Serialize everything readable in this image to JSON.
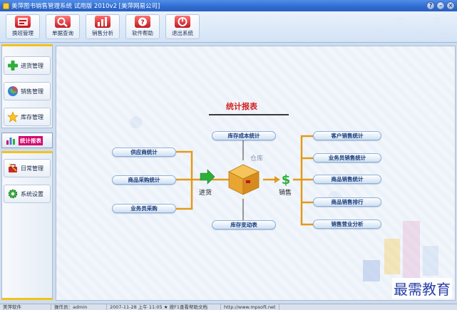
{
  "window": {
    "title": "美萍图书销售管理系统 试用版 2010v2 [美萍网易公司]",
    "controls": [
      "?",
      "–",
      "×"
    ]
  },
  "toolbar": {
    "buttons": [
      {
        "label": "换班管理",
        "icon": "shift-icon"
      },
      {
        "label": "单据查询",
        "icon": "magnifier-icon"
      },
      {
        "label": "销售分析",
        "icon": "bar-chart-icon"
      },
      {
        "label": "软件帮助",
        "icon": "help-icon"
      },
      {
        "label": "退出系统",
        "icon": "exit-icon"
      }
    ]
  },
  "sidebar": {
    "top_items": [
      {
        "label": "进货管理",
        "icon": "plus-icon"
      },
      {
        "label": "销售管理",
        "icon": "globe-icon"
      },
      {
        "label": "库存管理",
        "icon": "star-icon"
      }
    ],
    "active": {
      "label": "统计报表",
      "icon": "report-icon"
    },
    "bottom_items": [
      {
        "label": "日常管理",
        "icon": "tools-icon"
      },
      {
        "label": "系统设置",
        "icon": "gear-icon"
      }
    ]
  },
  "diagram": {
    "title": "统计报表",
    "left_nodes": [
      "供应商统计",
      "商品采购统计",
      "业务员采购"
    ],
    "top_node": "库存成本统计",
    "bottom_node": "库存变动表",
    "right_nodes": [
      "客户销售统计",
      "业务员销售统计",
      "商品销售统计",
      "商品销售排行",
      "销售营业分析"
    ],
    "flow_in": "进货",
    "warehouse": "仓库",
    "flow_out": "销售"
  },
  "watermark": "最需教育",
  "statusbar": {
    "cells": [
      "美萍软件",
      "操作员：admin",
      "2007-11-28 上午 11:05 ★ 按F1查看帮助文档",
      "http://www.mpsoft.net"
    ]
  },
  "colors": {
    "title_red": "#d21f1f",
    "node_text": "#173a7a",
    "accent_yellow": "#f2c21a",
    "active_magenta": "#d4006a"
  }
}
